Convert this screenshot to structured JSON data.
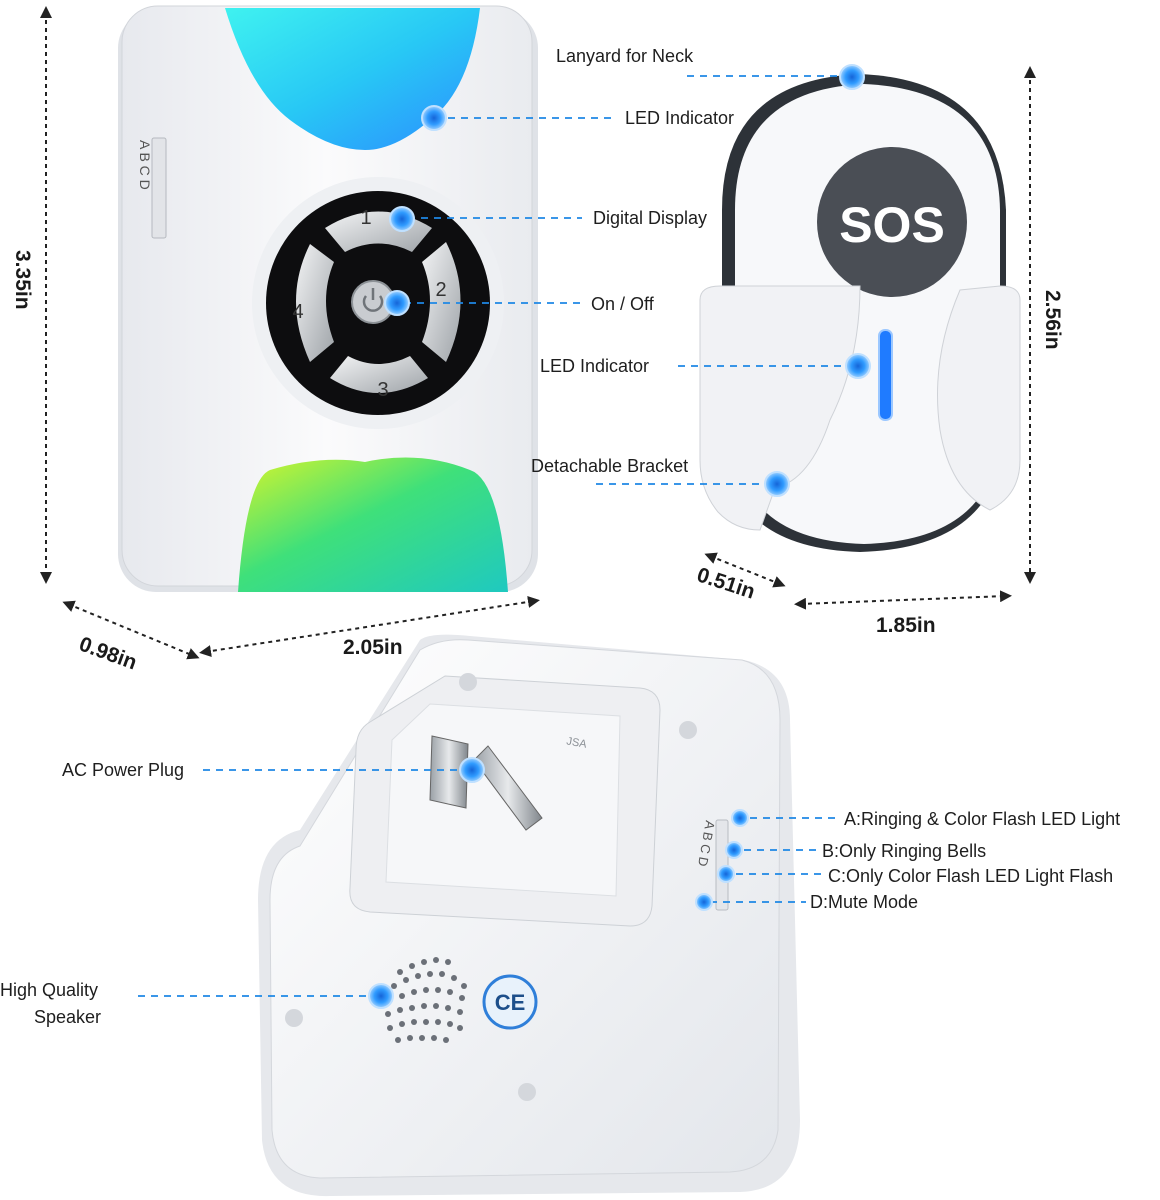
{
  "labels": {
    "lanyard": "Lanyard for Neck",
    "led_top": "LED Indicator",
    "digital_display": "Digital Display",
    "on_off": "On / Off",
    "led_sos": "LED Indicator",
    "bracket": "Detachable Bracket",
    "ac_plug": "AC Power Plug",
    "speaker_line1": "High Quality",
    "speaker_line2": "Speaker",
    "mode_a": "A:Ringing & Color Flash LED Light",
    "mode_b": "B:Only Ringing Bells",
    "mode_c": "C:Only Color Flash LED Light Flash",
    "mode_d": "D:Mute Mode"
  },
  "dimensions": {
    "receiver_height": "3.35in",
    "receiver_depth": "0.98in",
    "receiver_width": "2.05in",
    "button_height": "2.56in",
    "button_depth": "0.51in",
    "button_width": "1.85in"
  },
  "device": {
    "sos_text": "SOS",
    "buttons": [
      "1",
      "2",
      "3",
      "4"
    ],
    "switch_letters": "A B C D",
    "ce_mark": "CE",
    "plug_mark": "JSA"
  },
  "colors": {
    "callout_blue": "#1e88e5",
    "dot_blue": "#2f9bff",
    "device_white": "#f4f5f7",
    "sos_gray": "#4a4e55",
    "led_blue": "#1f7bff"
  }
}
